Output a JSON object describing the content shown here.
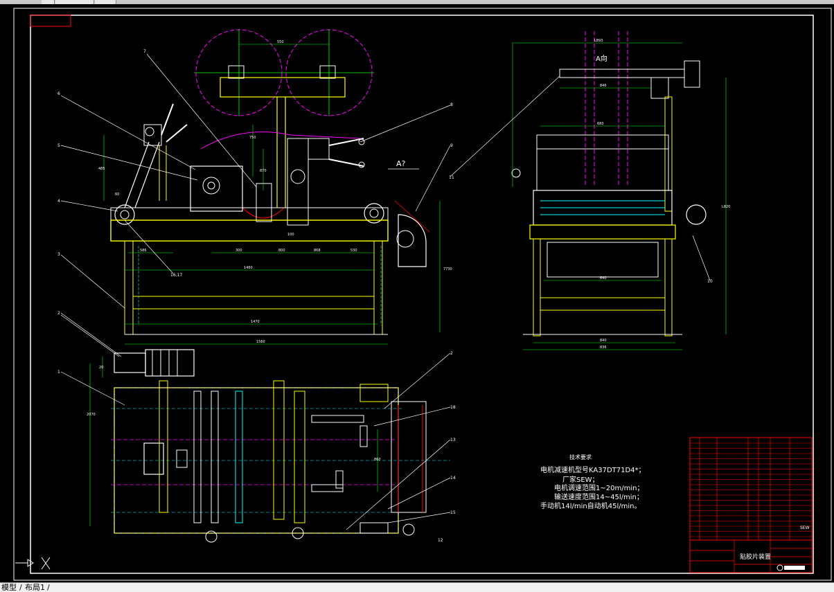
{
  "tabs": {
    "model": "模型",
    "layout1": "布局1"
  },
  "drawing": {
    "front_view": {
      "part_labels": [
        "7",
        "6",
        "5",
        "4",
        "3",
        "2",
        "8",
        "9"
      ],
      "dimensions": [
        "550",
        "485",
        "750",
        "870",
        "1460",
        "1470",
        "1560",
        "300",
        "800",
        "868",
        "530",
        "586",
        "100",
        "7730",
        "60"
      ],
      "section_mark": "A?",
      "balloon": "16,17"
    },
    "side_view": {
      "view_label": "A向",
      "dimensions": [
        "L893",
        "846",
        "680",
        "640",
        "840",
        "836",
        "L820"
      ],
      "part_labels": [
        "11",
        "10"
      ]
    },
    "top_view": {
      "part_labels": [
        "1",
        "2",
        "13",
        "18",
        "12",
        "14",
        "15"
      ],
      "dimensions": [
        "2070",
        "20",
        "860"
      ]
    },
    "tech_requirements": {
      "title": "技术要求",
      "lines": [
        "电机减速机型号KA37DT71D4*；",
        "厂家SEW；",
        "电机调速范围1~20m/min；",
        "输送速度范围14~45l/min；",
        "手动机14l/min自动机45l/min。"
      ]
    },
    "title_block": {
      "drawing_name": "贴胶片装置",
      "brand": "SEW"
    }
  },
  "colors": {
    "background": "#000000",
    "frame": "#ffffff",
    "yellow": "#ffff00",
    "cyan": "#00ffff",
    "green": "#00ff00",
    "magenta": "#ff00ff",
    "red": "#ff0000",
    "white": "#ffffff"
  }
}
